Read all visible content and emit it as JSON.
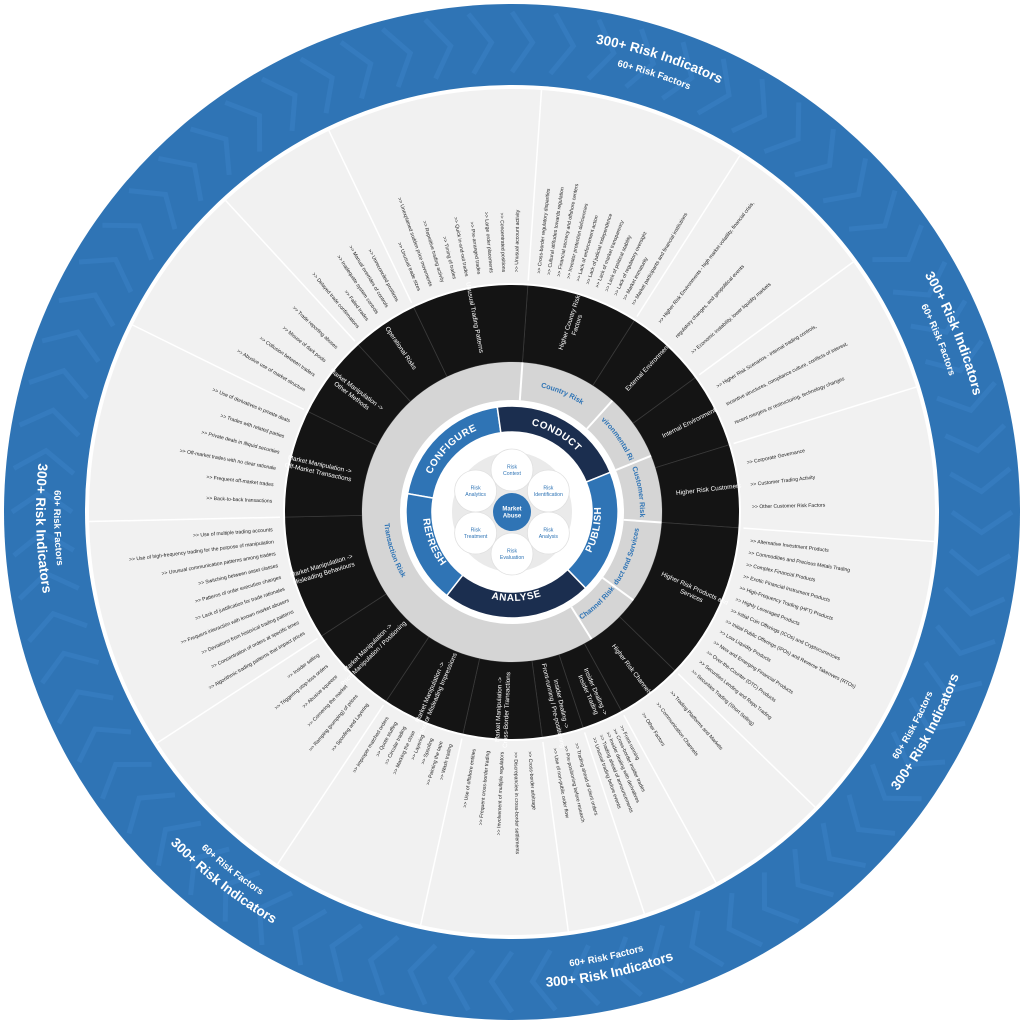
{
  "outer_labels": [
    {
      "title": "300+ Risk Indicators",
      "sub": "60+ Risk Factors"
    },
    {
      "title": "300+ Risk Indicators",
      "sub": "60+ Risk Factors"
    },
    {
      "title": "300+ Risk Indicators",
      "sub": "60+ Risk Factors"
    },
    {
      "title": "300+ Risk Indicators",
      "sub": "60+ Risk Factors"
    },
    {
      "title": "300+ Risk Indicators",
      "sub": "60+ Risk Factors"
    },
    {
      "title": "300+ Risk Indicators",
      "sub": "60+ Risk Factors"
    }
  ],
  "core": {
    "center": "Market Abuse",
    "petals": [
      "Risk Context",
      "Risk Identification",
      "Risk Analysis",
      "Risk Evaluation",
      "Risk Treatment",
      "Risk Analytics"
    ]
  },
  "stages": [
    "CONFIGURE",
    "CONDUCT",
    "PUBLISH",
    "ANALYSE",
    "REFRESH"
  ],
  "categories": [
    "Country Risk",
    "Environmental Risk",
    "Customer Risk",
    "Product and Services Risk",
    "Channel Risk",
    "Transaction Risk"
  ],
  "sectors": [
    {
      "label": "Higher Country Risk Factors",
      "factors": [
        ">> Cross-border regulatory disparities",
        ">> Cultural attitudes towards regulation",
        ">> Financial secrecy and offshore centers",
        ">> Investor protection deficiencies",
        ">> Lack of enforcement action",
        ">> Lack of judicial independence",
        ">> Lack of market transparency",
        ">> Lack of political stability",
        ">> Lack of regulatory oversight",
        ">> Market immaturity",
        ">> Market participants and financial institutions"
      ]
    },
    {
      "label": "External Environment",
      "factors": [
        ">> Higher Risk Environments - high market volatility, financial crisis,",
        "regulatory changes, and geopolitical events",
        ">> Economic instability, lower liquidity markets"
      ]
    },
    {
      "label": "Internal Environment",
      "factors": [
        ">> Higher Risk Scenarios - internal trading controls,",
        "incentive structures, compliance culture, conflicts of interest,",
        "recent mergers or restructuring, technology changes"
      ]
    },
    {
      "label": "Higher Risk Customers",
      "factors": [
        ">> Corporate Governance",
        ">> Customer Trading Activity",
        ">> Other Customer Risk Factors"
      ]
    },
    {
      "label": "Higher Risk Products and Services",
      "factors": [
        ">> Alternative Investment Products",
        ">> Commodities and Precious Metals Trading",
        ">> Complex Financial Products",
        ">> Exotic Financial Instrument Products",
        ">> High-Frequency Trading (HFT) Products",
        ">> Highly Leveraged Products",
        ">> Initial Coin Offerings (ICOs) and Cryptocurrencies",
        ">> Initial Public Offerings (IPOs) and Reverse Takeovers (RTOs)",
        ">> Low Liquidity Products",
        ">> New and Emerging Financial Products",
        ">> Over-the-Counter (OTC) Products",
        ">> Securities Lending and Repo Trading",
        ">> Securities Trading (Short Selling)"
      ]
    },
    {
      "label": "Higher Risk Channels",
      "factors": [
        ">> Trading Platforms and Markets",
        ">> Communication Channels",
        ">> Other Factors"
      ]
    },
    {
      "label": "Insider Dealing -> Insider Trading",
      "factors": [
        ">> Front-running",
        ">> Cross-border insider trades",
        ">> Insider dealing with derivatives",
        ">> Trading ahead of announcements",
        ">> Unusual trading before events"
      ]
    },
    {
      "label": "Insider Dealing -> Front-running / Pre-positioning",
      "factors": [
        ">> Trading ahead of client orders",
        ">> Pre-positioning before research",
        ">> Use of non-public order flow"
      ]
    },
    {
      "label": "Market Manipulation -> Cross-Border Transactions",
      "factors": [
        ">> Cross-border arbitrage",
        ">> Discrepancies in cross-border settlements",
        ">> Involvement of multiple regulators",
        ">> Frequent cross-border trading",
        ">> Use of offshore entities"
      ]
    },
    {
      "label": "Market Manipulation -> False or Misleading Impressions",
      "factors": [
        ">> Wash trading",
        ">> Painting the tape",
        ">> Spoofing",
        ">> Layering",
        ">> Marking the close",
        ">> Circular trading",
        ">> Quote stuffing",
        ">> Improper matched orders"
      ]
    },
    {
      "label": "Market Manipulation -> Price Manipulation / Positioning",
      "factors": [
        ">> Spoofing and Layering",
        ">> Ramping (pumping) of prices",
        ">> Cornering the market",
        ">> Abusive squeeze",
        ">> Triggering stop-loss orders",
        ">> Insider selling"
      ]
    },
    {
      "label": "Market Manipulation -> Misleading Behaviours",
      "factors": [
        ">> Algorithmic trading patterns that impact prices",
        ">> Concentration of orders at specific times",
        ">> Deviations from historical trading patterns",
        ">> Frequent interaction with known market abusers",
        ">> Lack of justification for trade rationales",
        ">> Patterns of order execution changes",
        ">> Switching between asset classes",
        ">> Unusual communication patterns among traders",
        ">> Use of high-frequency trading for the purpose of manipulation",
        ">> Use of multiple trading accounts"
      ]
    },
    {
      "label": "Market Manipulation -> Off-Market Transactions",
      "factors": [
        ">> Back-to-back transactions",
        ">> Frequent off-market trades",
        ">> Off-market trades with no clear rationale",
        ">> Private deals in illiquid securities",
        ">> Trades with related parties",
        ">> Use of derivatives in private deals"
      ]
    },
    {
      "label": "Market Manipulation -> Other Methods",
      "factors": [
        ">> Abusive use of market structure",
        ">> Collusion between traders",
        ">> Misuse of dark pools",
        ">> Trade reporting abuses"
      ]
    },
    {
      "label": "Operational Risks",
      "factors": [
        ">> Delayed trade confirmations",
        ">> Failed trades",
        ">> Inadequate system controls",
        ">> Manual overrides of controls",
        ">> Unreconciled positions"
      ]
    },
    {
      "label": "Unusual Trading Patterns",
      "factors": [
        ">> Unusual trade sizes",
        ">> Unexplained sudden price movements",
        ">> Repetitive trading activity",
        ">> Timing of trades",
        ">> Quick in-and-out trades",
        ">> Pre-arranged trades",
        ">> Large order placements",
        ">> Concentrated positions",
        ">> Unusual account activity"
      ]
    }
  ],
  "colors": {
    "blue": "#2f74b5",
    "dark_blue": "#1a4a80",
    "navy": "#1b2e4f",
    "black": "#141414",
    "grey": "#d5d5d5",
    "light": "#f1f1f1",
    "white": "#ffffff"
  }
}
